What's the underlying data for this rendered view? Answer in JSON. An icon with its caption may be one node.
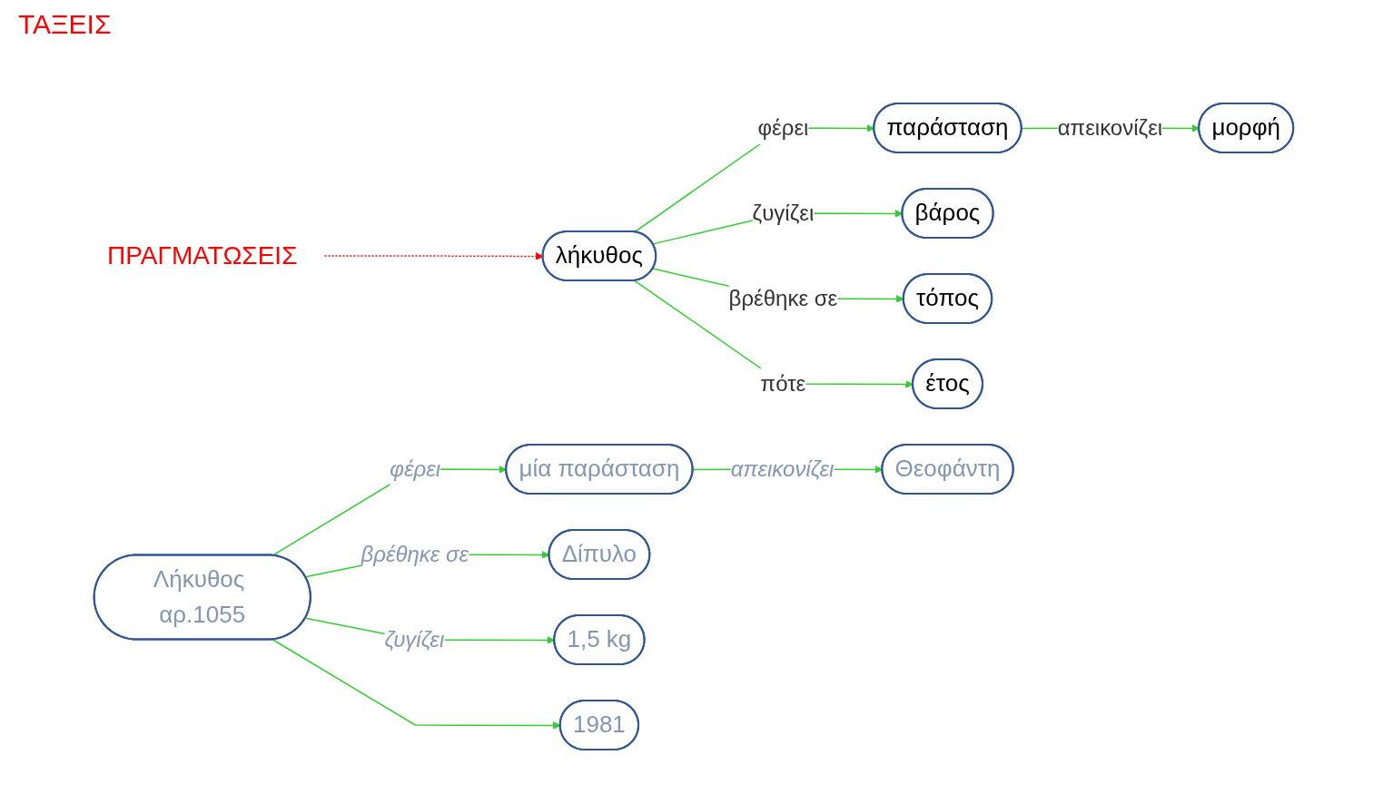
{
  "diagram": {
    "nodes": [
      {
        "text": [
          "λήκυθος"
        ]
      },
      {
        "text": [
          "παράσταση"
        ]
      },
      {
        "text": [
          "μορφή"
        ]
      },
      {
        "text": [
          "βάρος"
        ]
      },
      {
        "text": [
          "τόπος"
        ]
      },
      {
        "text": [
          "έτος"
        ]
      },
      {
        "text": [
          "ΠΡΑΓΜΑΤΩΣΕΙΣ"
        ]
      },
      {
        "text": [
          "Λήκυθος αρ.1055"
        ]
      },
      {
        "text": [
          "μία παράσταση"
        ]
      },
      {
        "text": [
          "Θεοφάντη"
        ]
      },
      {
        "text": [
          "Δίπυλο"
        ]
      },
      {
        "text": [
          "1,5 kg"
        ]
      },
      {
        "text": [
          "1981"
        ]
      }
    ],
    "edges": [
      {
        "from": 0,
        "to": 1,
        "arrow": "to",
        "label": "φέρει"
      },
      {
        "from": 1,
        "to": 2,
        "arrow": "to",
        "label": "απεικονίζει"
      },
      {
        "from": 0,
        "to": 3,
        "arrow": "to",
        "label": "ζυγίζει"
      },
      {
        "from": 0,
        "to": 4,
        "arrow": "to",
        "label": "βρέθηκε σε"
      },
      {
        "from": 0,
        "to": 5,
        "arrow": "to",
        "label": "πότε"
      },
      {
        "from": 6,
        "to": 0,
        "arrow": "to",
        "style": "dashed",
        "color": "#ff0000"
      },
      {
        "from": 7,
        "to": 8,
        "arrow": "to",
        "label": "φέρει"
      },
      {
        "from": 8,
        "to": 9,
        "arrow": "to",
        "label": "απεικονίζει"
      },
      {
        "from": 7,
        "to": 11,
        "arrow": "to",
        "label": "ζυγίζει"
      },
      {
        "from": 7,
        "to": 10,
        "arrow": "to",
        "label": "βρέθηκε σε"
      },
      {
        "from": 7,
        "to": 12,
        "arrow": "to"
      }
    ],
    "labels": [
      "ΤΑΞΕΙΣ"
    ]
  }
}
